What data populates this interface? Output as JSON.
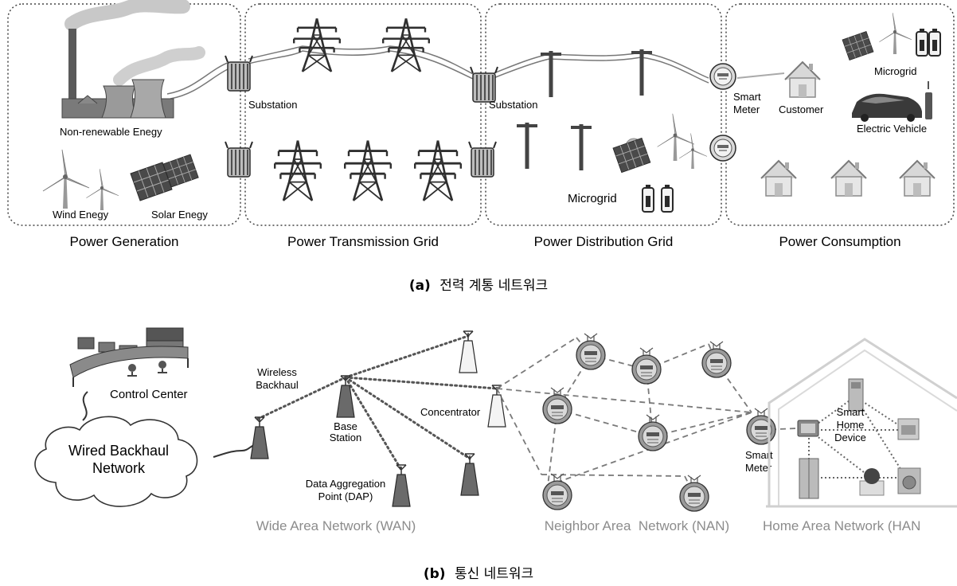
{
  "part_a": {
    "caption_letter": "(a)",
    "caption_text": "전력 계통 네트워크",
    "sections": {
      "generation": "Power Generation",
      "transmission": "Power Transmission Grid",
      "distribution": "Power Distribution Grid",
      "consumption": "Power Consumption"
    },
    "labels": {
      "non_renewable": "Non-renewable Enegy",
      "wind": "Wind Enegy",
      "solar": "Solar Enegy",
      "substation_1": "Substation",
      "substation_2": "Substation",
      "microgrid_dist": "Microgrid",
      "smart_meter_1": "Smart",
      "smart_meter_2": "Meter",
      "customer": "Customer",
      "microgrid_cons": "Microgrid",
      "electric_vehicle": "Electric Vehicle"
    }
  },
  "part_b": {
    "caption_letter": "(b)",
    "caption_text": "통신 네트워크",
    "labels": {
      "control_center": "Control Center",
      "wired_backhaul_1": "Wired Backhaul",
      "wired_backhaul_2": "Network",
      "wireless_backhaul_1": "Wireless",
      "wireless_backhaul_2": "Backhaul",
      "base_station_1": "Base",
      "base_station_2": "Station",
      "concentrator": "Concentrator",
      "dap_1": "Data Aggregation",
      "dap_2": "Point (DAP)",
      "smart_meter_1": "Smart",
      "smart_meter_2": "Meter",
      "smart_home_1": "Smart",
      "smart_home_2": "Home",
      "smart_home_3": "Device",
      "wan": "Wide Area Network (WAN)",
      "nan": "Neighbor Area  Network (NAN)",
      "han": "Home Area Network (HAN"
    }
  },
  "colors": {
    "text": "#222222",
    "grey_label": "#8c8c8c",
    "tower": "#3a3a3a",
    "dashed_box": "#444444"
  }
}
